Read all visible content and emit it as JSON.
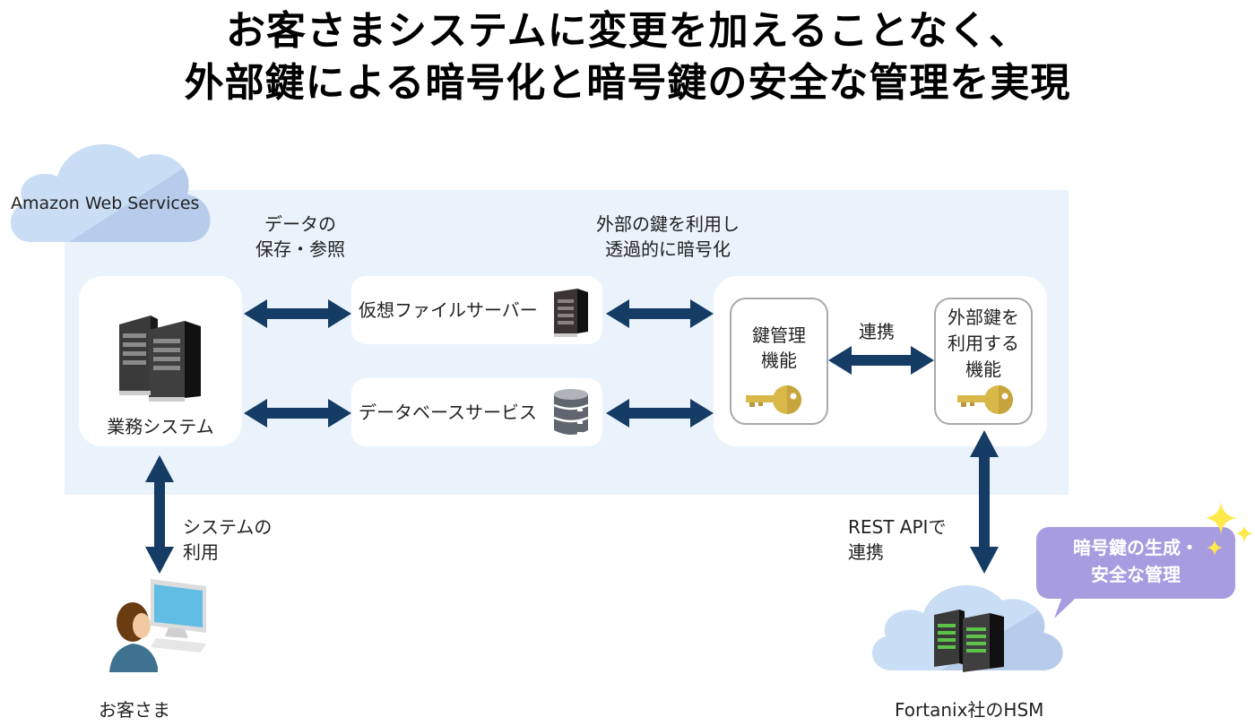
{
  "title": {
    "line1": "お客さまシステムに変更を加えることなく、",
    "line2": "外部鍵による暗号化と暗号鍵の安全な管理を実現"
  },
  "aws": {
    "label": "Amazon Web Services"
  },
  "labels": {
    "data_store_line1": "データの",
    "data_store_line2": "保存・参照",
    "encrypt_line1": "外部の鍵を利用し",
    "encrypt_line2": "透過的に暗号化",
    "link": "連携",
    "system_use_line1": "システムの",
    "system_use_line2": "利用",
    "rest_line1": "REST APIで",
    "rest_line2": "連携"
  },
  "nodes": {
    "business_system": "業務システム",
    "file_server": "仮想ファイルサーバー",
    "database_service": "データベースサービス",
    "key_mgmt_line1": "鍵管理",
    "key_mgmt_line2": "機能",
    "ext_key_line1": "外部鍵を",
    "ext_key_line2": "利用する",
    "ext_key_line3": "機能",
    "customer": "お客さま",
    "hsm": "Fortanix社のHSM"
  },
  "callout": {
    "line1": "暗号鍵の生成・",
    "line2": "安全な管理"
  },
  "colors": {
    "arrow": "#143c64",
    "region": "#eaf2fb",
    "cloud": "#c9ddf5",
    "bubble": "#a89ce0",
    "key": "#d9b84a"
  }
}
